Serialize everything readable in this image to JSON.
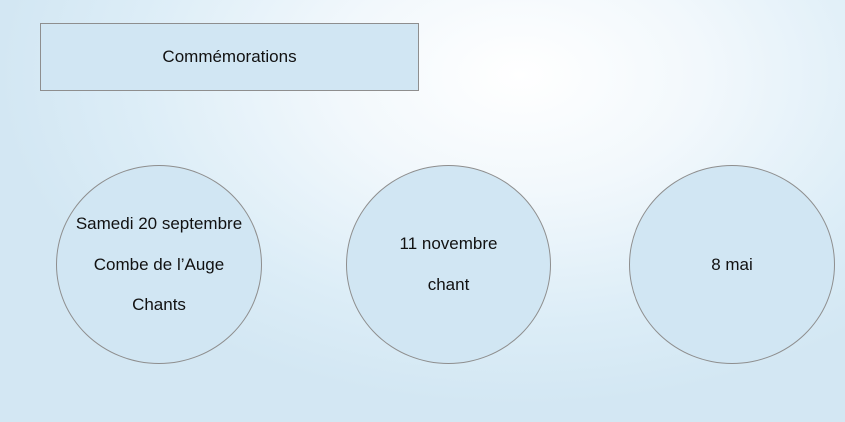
{
  "title_box": {
    "label": "Commémorations"
  },
  "events": [
    {
      "lines": [
        "Samedi 20 septembre",
        "Combe de l’Auge",
        "Chants"
      ]
    },
    {
      "lines": [
        "11 novembre",
        "chant"
      ]
    },
    {
      "lines": [
        "8 mai"
      ]
    }
  ],
  "colors": {
    "node_fill": "#d1e6f3",
    "node_border": "#8e8e8e",
    "background": "#dcedf7"
  }
}
